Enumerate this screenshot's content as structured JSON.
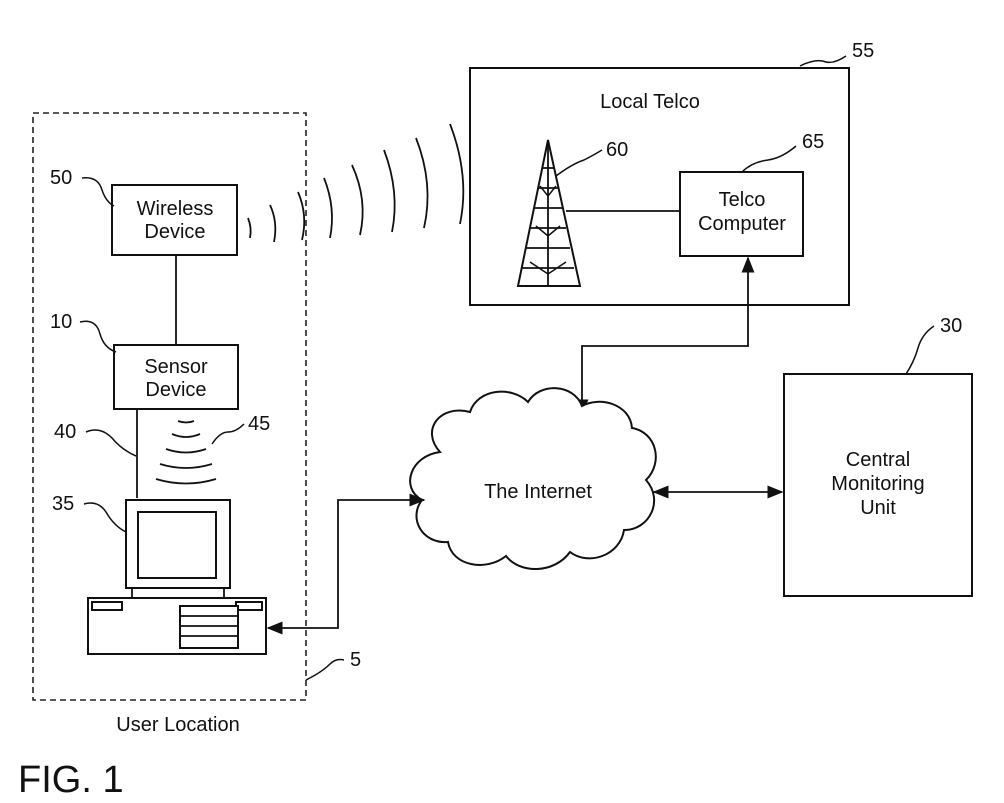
{
  "labels": {
    "wireless_device": [
      "Wireless",
      "Device"
    ],
    "sensor_device": [
      "Sensor",
      "Device"
    ],
    "local_telco": "Local Telco",
    "telco_computer": [
      "Telco",
      "Computer"
    ],
    "internet": "The Internet",
    "central_monitoring": [
      "Central",
      "Monitoring",
      "Unit"
    ],
    "user_location": "User Location",
    "figure": "FIG. 1"
  },
  "refs": {
    "wireless_device": "50",
    "sensor_device": "10",
    "cable": "40",
    "wireless_signal": "45",
    "computer": "35",
    "user_location": "5",
    "local_telco": "55",
    "tower": "60",
    "telco_computer": "65",
    "central_monitoring": "30"
  },
  "icons": {
    "tower": "cell-tower-icon",
    "computer": "desktop-computer-icon",
    "cloud": "internet-cloud-icon",
    "signal": "wireless-signal-icon"
  }
}
